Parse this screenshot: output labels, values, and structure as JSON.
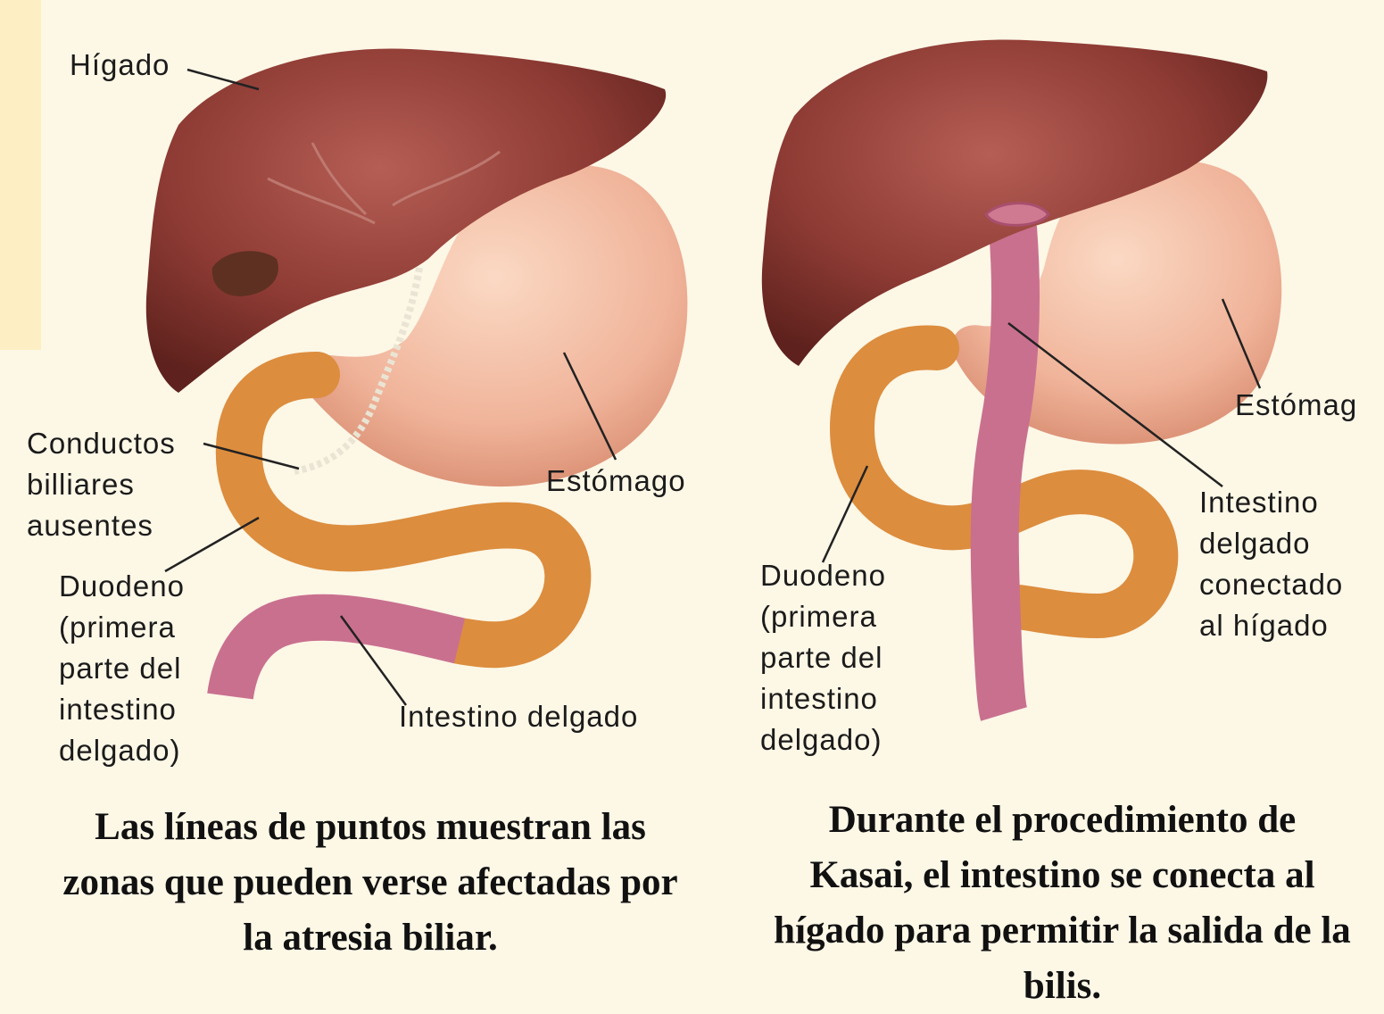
{
  "left_panel": {
    "labels": {
      "liver": "Hígado",
      "bile_ducts": "Conductos\nbilliares\nausentes",
      "stomach": "Estómago",
      "duodenum": "Duodeno\n(primera\nparte del\nintestino\ndelgado)",
      "small_intestine": "Intestino delgado"
    },
    "caption": "Las líneas de puntos muestran las\nzonas que pueden verse afectadas por\nla atresia biliar."
  },
  "right_panel": {
    "labels": {
      "stomach": "Estómag",
      "intestine_connected": "Intestino\ndelgado\nconectado\nal hígado",
      "duodenum": "Duodeno\n(primera\nparte del\nintestino\ndelgado)"
    },
    "caption": "Durante el procedimiento de\nKasai, el intestino se conecta al\nhígado para permitir la salida de la\nbilis."
  },
  "colors": {
    "background": "#fdf7e6",
    "side_strip": "#fdeec3",
    "liver": "#8c3a33",
    "stomach": "#f0b49a",
    "duodenum": "#dc8d3e",
    "jejunum": "#c9708f"
  }
}
